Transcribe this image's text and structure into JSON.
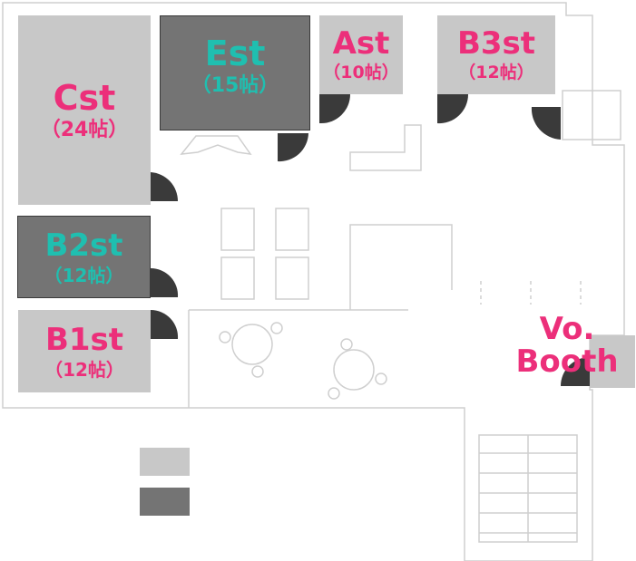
{
  "colors": {
    "light_room": "#c8c8c8",
    "dark_room": "#747474",
    "pink_label": "#ec2f7a",
    "teal_label": "#1fbfb0",
    "door": "#3a3a3a"
  },
  "rooms": {
    "cst": {
      "name": "Cst",
      "size": "（24帖）"
    },
    "est": {
      "name": "Est",
      "size": "（15帖）"
    },
    "ast": {
      "name": "Ast",
      "size": "（10帖）"
    },
    "b3st": {
      "name": "B3st",
      "size": "（12帖）"
    },
    "b2st": {
      "name": "B2st",
      "size": "（12帖）"
    },
    "b1st": {
      "name": "B1st",
      "size": "（12帖）"
    },
    "vo_booth": {
      "name_line1": "Vo.",
      "name_line2": "Booth"
    }
  },
  "legend": [
    {
      "swatch": "light-room-swatch",
      "color": "#c8c8c8"
    },
    {
      "swatch": "dark-room-swatch",
      "color": "#747474"
    }
  ]
}
